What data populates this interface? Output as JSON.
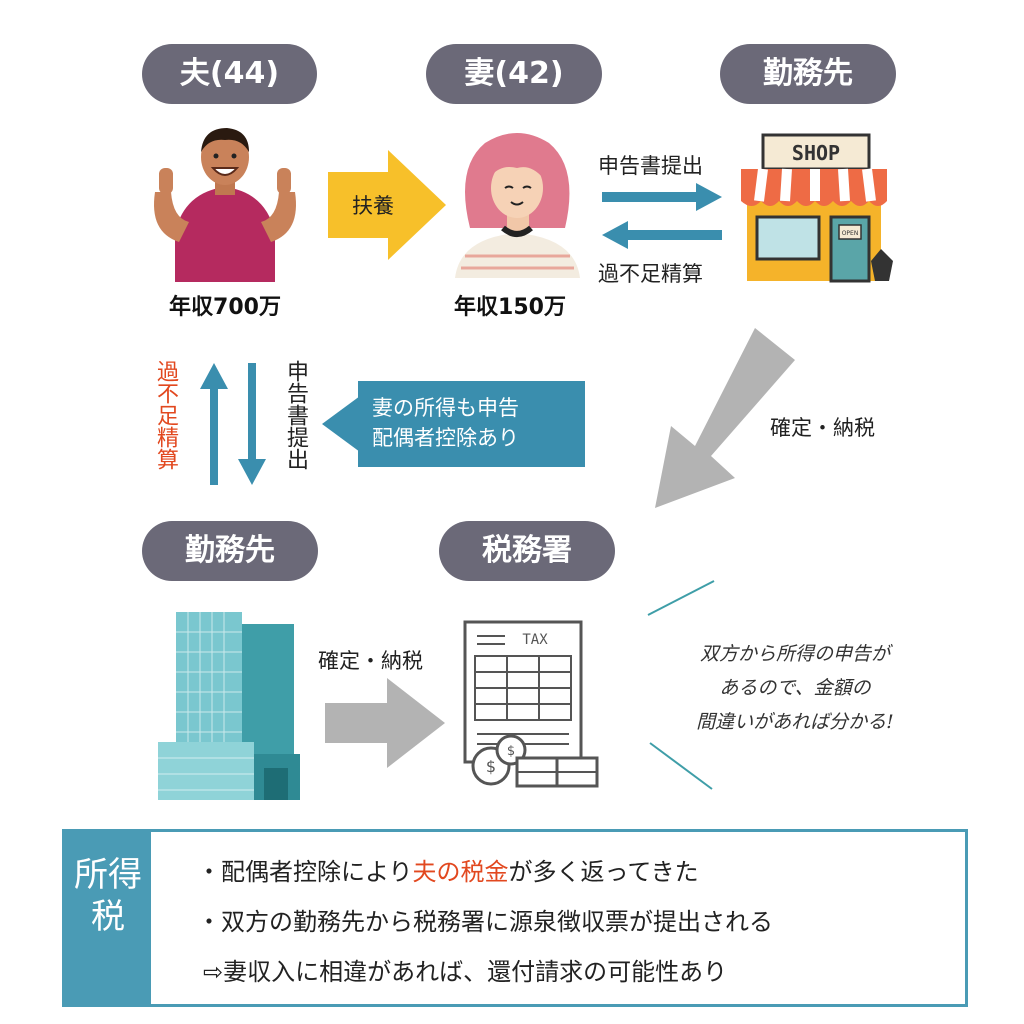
{
  "labels": {
    "husband": "夫(44)",
    "wife": "妻(42)",
    "workplace_top": "勤務先",
    "workplace_bottom": "勤務先",
    "tax_office": "税務署"
  },
  "captions": {
    "husband_income": "年収700万",
    "wife_income": "年収150万"
  },
  "arrows": {
    "dependent": "扶養",
    "submit_declaration": "申告書提出",
    "settlement": "過不足精算",
    "finalize_pay_right": "確定・納税",
    "finalize_pay_bottom": "確定・納税",
    "settlement_vertical": "過不足精算",
    "submit_vertical": "申告書提出"
  },
  "callout": {
    "line1": "妻の所得も申告",
    "line2": "配偶者控除あり"
  },
  "shop_sign": "SHOP",
  "shop_door_sign": "OPEN",
  "tax_form_title": "TAX",
  "note": {
    "line1": "双方から所得の申告が",
    "line2": "あるので、金額の",
    "line3": "間違いがあれば分かる!"
  },
  "summary": {
    "side_label": "所得税",
    "bullet1_pre": "・配偶者控除により",
    "bullet1_highlight": "夫の税金",
    "bullet1_post": "が多く返ってきた",
    "bullet2": "・双方の勤務先から税務署に源泉徴収票が提出される",
    "bullet3": "⇨妻収入に相違があれば、還付請求の可能性あり"
  },
  "colors": {
    "pill": "#6b6978",
    "accent_blue": "#3a8eae",
    "arrow_yellow": "#f7c02a",
    "arrow_gray": "#b3b3b3",
    "highlight_red": "#e2481f"
  }
}
